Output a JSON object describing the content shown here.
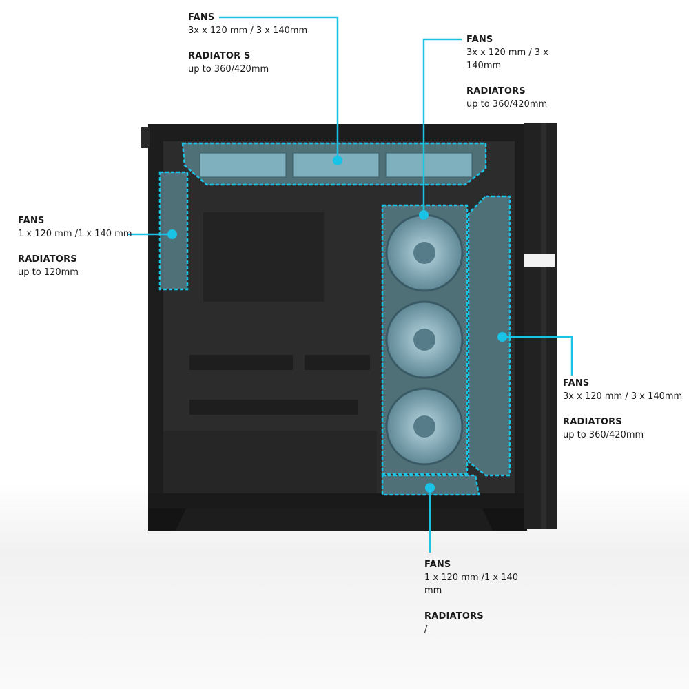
{
  "accent_color": "#19c3e6",
  "callouts": {
    "top": {
      "fans_title": "FANS",
      "fans_value": "3x x 120 mm / 3 x 140mm",
      "rad_title": "RADIATOR S",
      "rad_value": "up to  360/420mm"
    },
    "front": {
      "fans_title": "FANS",
      "fans_value_1": "3x x 120 mm / 3 x",
      "fans_value_2": "140mm",
      "rad_title": "RADIATORS",
      "rad_value": "up to  360/420mm"
    },
    "rear": {
      "fans_title": "FANS",
      "fans_value": "1 x 120 mm /1 x 140 mm",
      "rad_title": "RADIATORS",
      "rad_value": "up to 120mm"
    },
    "side": {
      "fans_title": "FANS",
      "fans_value": "3x x 120 mm / 3 x 140mm",
      "rad_title": "RADIATORS",
      "rad_value": "up to  360/420mm"
    },
    "bottom": {
      "fans_title": "FANS",
      "fans_value_1": "1 x 120 mm /1 x 140",
      "fans_value_2": "mm",
      "rad_title": "RADIATORS",
      "rad_value": "/"
    }
  }
}
